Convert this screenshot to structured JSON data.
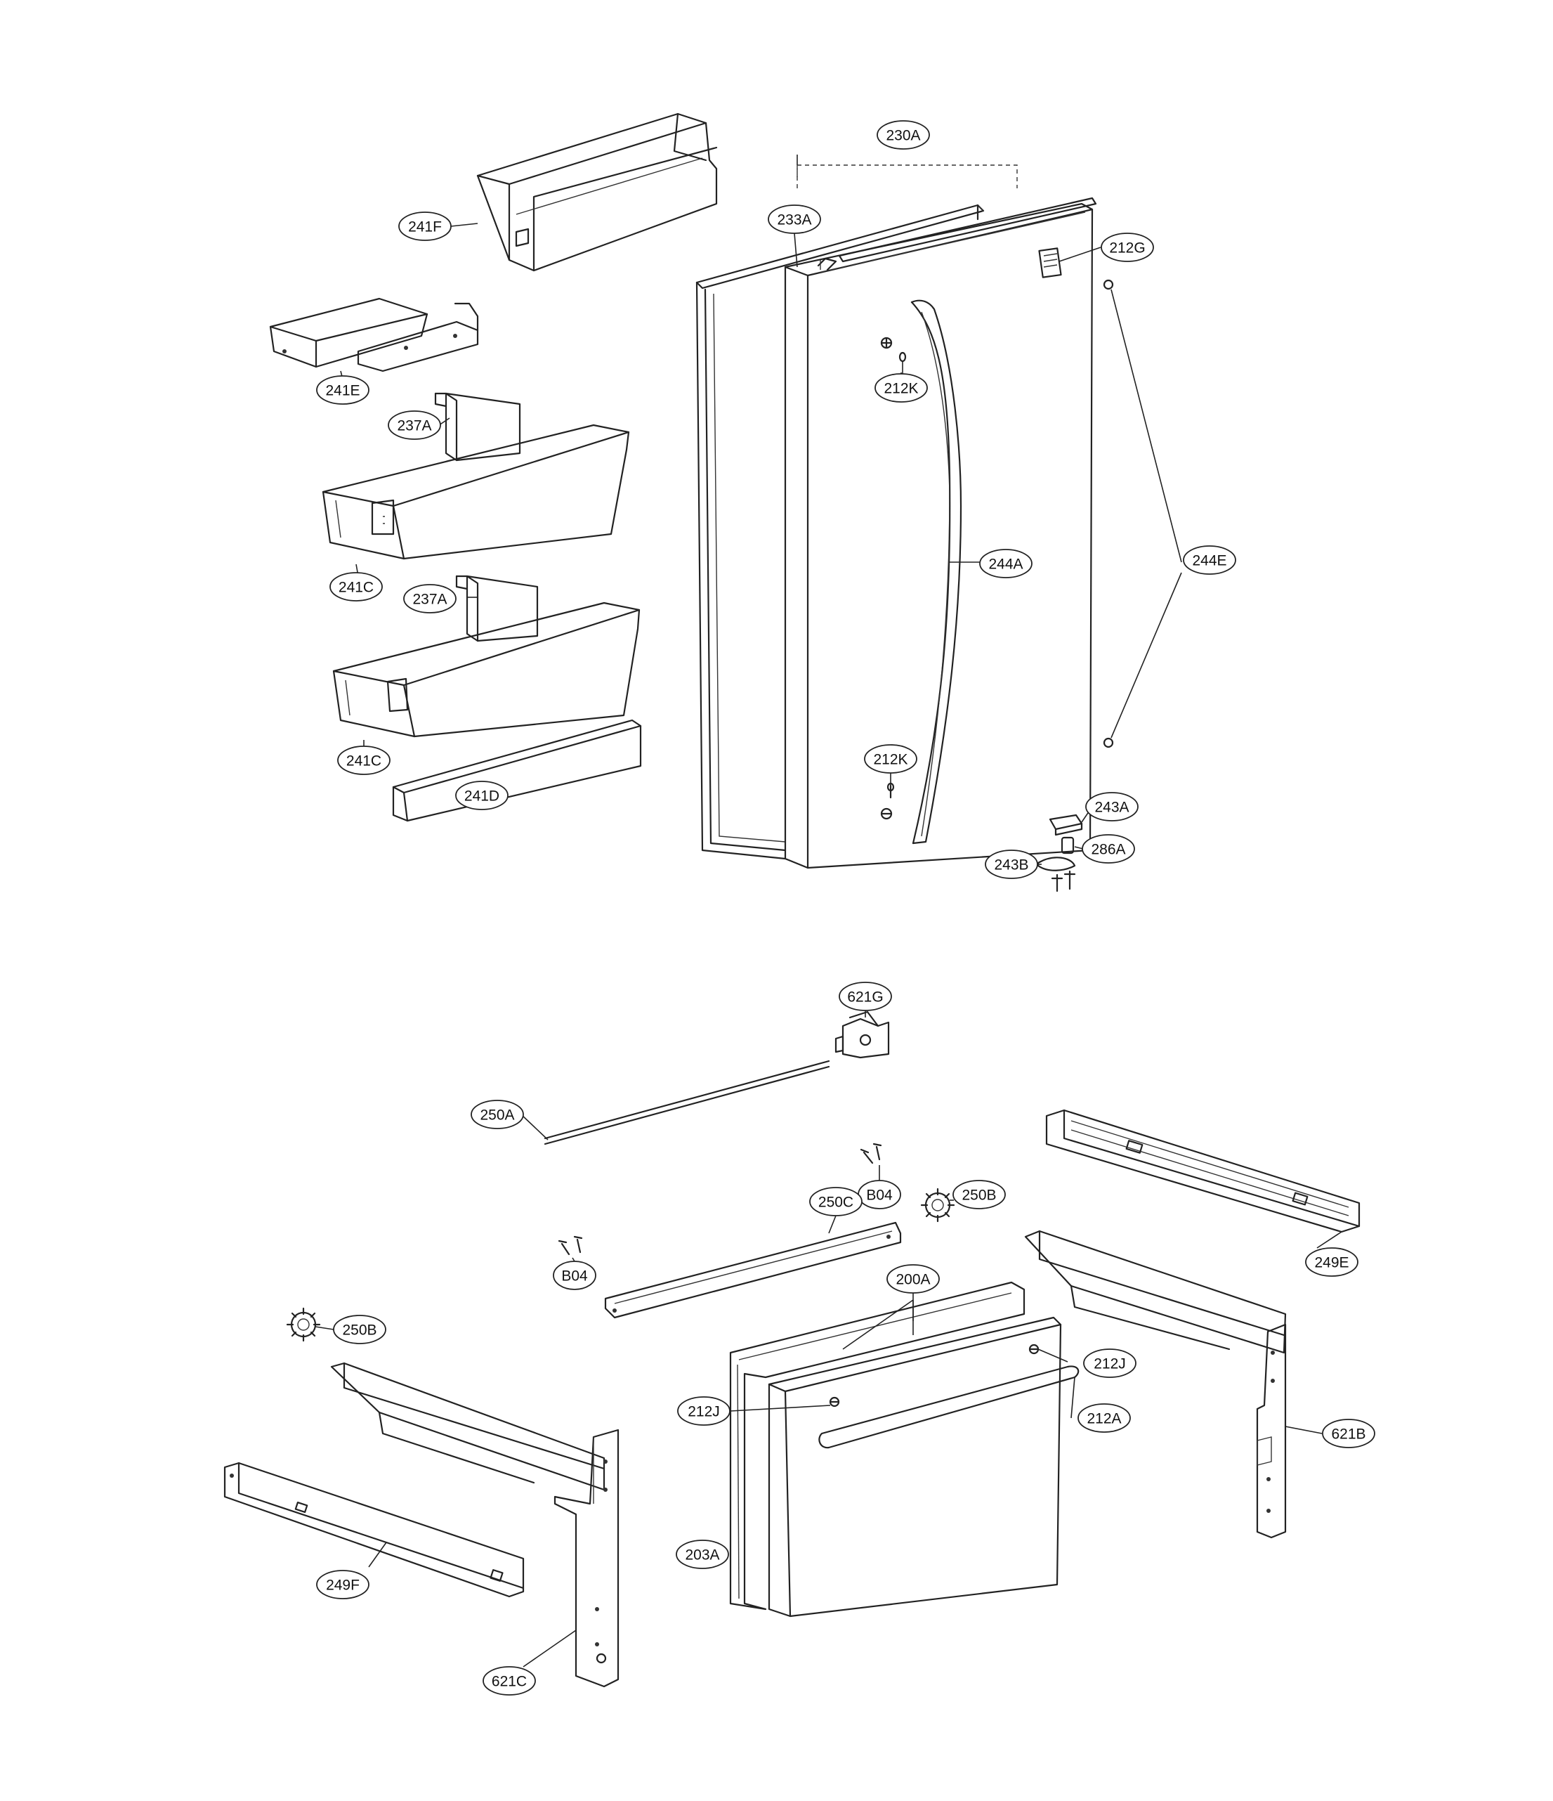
{
  "callouts": {
    "c230A": "230A",
    "c233A": "233A",
    "c212G": "212G",
    "c241F": "241F",
    "c241E": "241E",
    "c237A_1": "237A",
    "c212K_1": "212K",
    "c241C_1": "241C",
    "c237A_2": "237A",
    "c244A": "244A",
    "c244E": "244E",
    "c241C_2": "241C",
    "c212K_2": "212K",
    "c241D": "241D",
    "c243A": "243A",
    "c286A": "286A",
    "c243B": "243B",
    "c621G": "621G",
    "c250A": "250A",
    "c249E": "249E",
    "c B04_1": "",
    "cB04_1": "B04",
    "c250B_1": "250B",
    "c250C": "250C",
    "cB04_2": "B04",
    "c200A": "200A",
    "c250B_2": "250B",
    "c212J_1": "212J",
    "c212J_2": "212J",
    "c212A": "212A",
    "c621B": "621B",
    "c203A": "203A",
    "c249F": "249F",
    "c621C": "621C"
  }
}
